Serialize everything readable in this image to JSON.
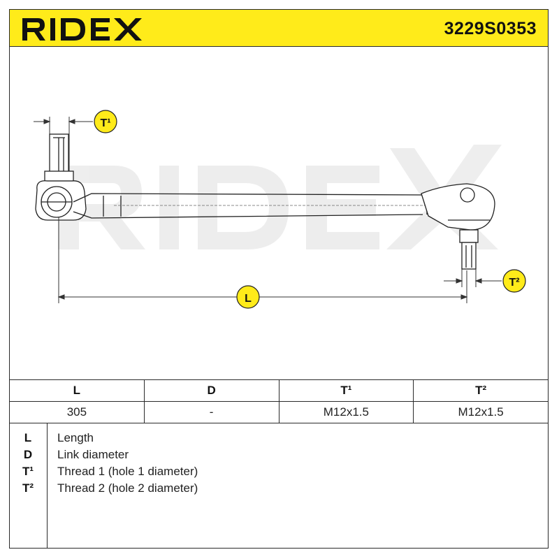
{
  "brand": {
    "name": "RIDEX",
    "accent_color": "#ffeb1a"
  },
  "part_number": "3229S0353",
  "drawing": {
    "watermark": "RIDEX",
    "callouts": {
      "t1": "T¹",
      "t2": "T²",
      "l": "L"
    }
  },
  "specs_table": {
    "headers": [
      "L",
      "D",
      "T¹",
      "T²"
    ],
    "values": [
      "305",
      "-",
      "M12x1.5",
      "M12x1.5"
    ]
  },
  "legend": [
    {
      "key": "L",
      "desc": "Length"
    },
    {
      "key": "D",
      "desc": "Link diameter"
    },
    {
      "key": "T¹",
      "desc": "Thread 1 (hole 1 diameter)"
    },
    {
      "key": "T²",
      "desc": "Thread 2 (hole 2 diameter)"
    }
  ]
}
